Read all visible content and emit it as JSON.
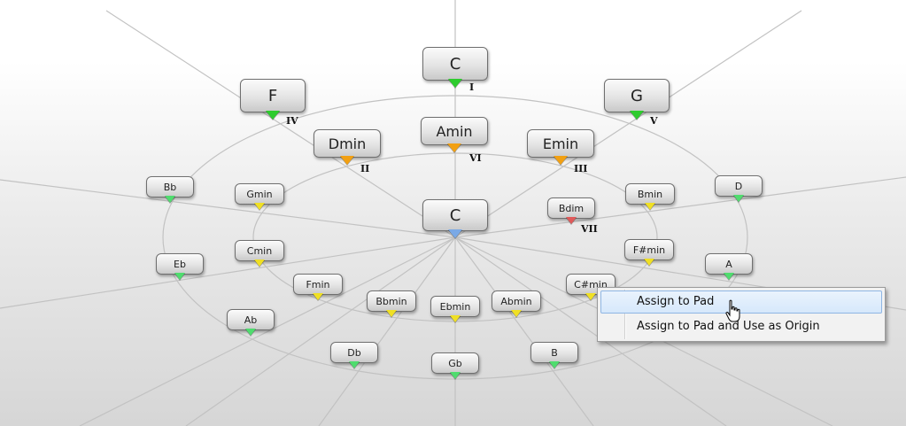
{
  "colors": {
    "tonic": "#2ecc2e",
    "minor": "#f2a012",
    "secondary": "#f0e024",
    "diminished": "#e05a5a",
    "origin": "#7aa9e6",
    "outer": "#4fdc6e"
  },
  "chords": {
    "c_top": {
      "label": "C",
      "roman": "I"
    },
    "f": {
      "label": "F",
      "roman": "IV"
    },
    "g": {
      "label": "G",
      "roman": "V"
    },
    "dmin": {
      "label": "Dmin",
      "roman": "II"
    },
    "amin": {
      "label": "Amin",
      "roman": "VI"
    },
    "emin": {
      "label": "Emin",
      "roman": "III"
    },
    "bb": {
      "label": "Bb"
    },
    "gmin": {
      "label": "Gmin"
    },
    "c_center": {
      "label": "C"
    },
    "bdim": {
      "label": "Bdim",
      "roman": "VII"
    },
    "bmin": {
      "label": "Bmin"
    },
    "d": {
      "label": "D"
    },
    "eb": {
      "label": "Eb"
    },
    "cmin": {
      "label": "Cmin"
    },
    "fsmin": {
      "label": "F#min"
    },
    "a": {
      "label": "A"
    },
    "fmin": {
      "label": "Fmin"
    },
    "bbmin": {
      "label": "Bbmin"
    },
    "ebmin": {
      "label": "Ebmin"
    },
    "abmin": {
      "label": "Abmin"
    },
    "csmin": {
      "label": "C#min"
    },
    "ab": {
      "label": "Ab"
    },
    "db": {
      "label": "Db"
    },
    "gb": {
      "label": "Gb"
    },
    "b": {
      "label": "B"
    }
  },
  "context_menu": {
    "items": [
      {
        "label": "Assign to Pad"
      },
      {
        "label": "Assign to Pad and Use as Origin"
      }
    ]
  }
}
